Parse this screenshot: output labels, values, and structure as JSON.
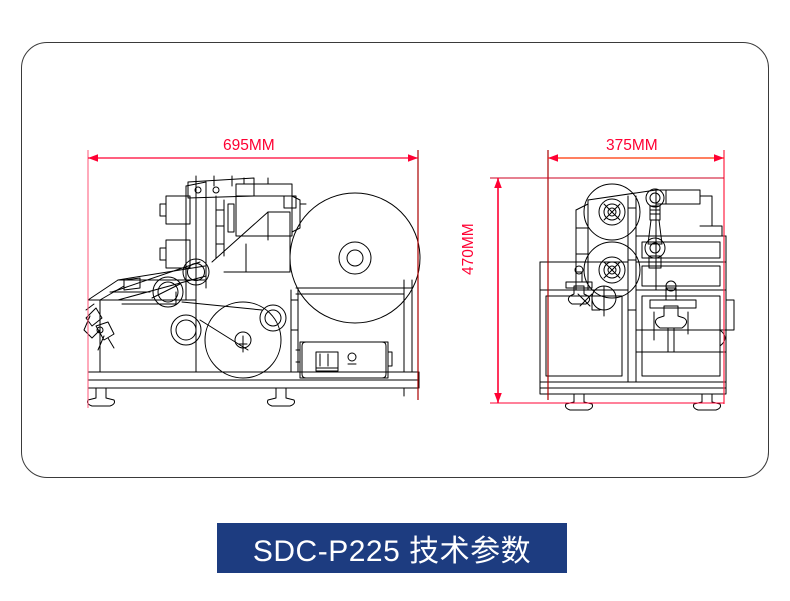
{
  "page": {
    "background_color": "#ffffff",
    "frame_border_color": "#3a3a3a"
  },
  "dimensions": {
    "accent_color": "#ff0033",
    "width_label": "695MM",
    "depth_label": "375MM",
    "height_label": "470MM"
  },
  "banner": {
    "text": "SDC-P225 技术参数",
    "background_color": "#1d3c80",
    "text_color": "#ffffff"
  },
  "views": {
    "left": {
      "name": "side-elevation",
      "caption_dimension": "695MM"
    },
    "right": {
      "name": "front-elevation",
      "caption_dimension": "375MM"
    }
  },
  "chart_data": {
    "type": "table",
    "title": "SDC-P225 技术参数",
    "categories": [
      "Width",
      "Depth",
      "Height"
    ],
    "values": [
      695,
      375,
      470
    ],
    "units": "MM",
    "labels": [
      "695MM",
      "375MM",
      "470MM"
    ]
  }
}
